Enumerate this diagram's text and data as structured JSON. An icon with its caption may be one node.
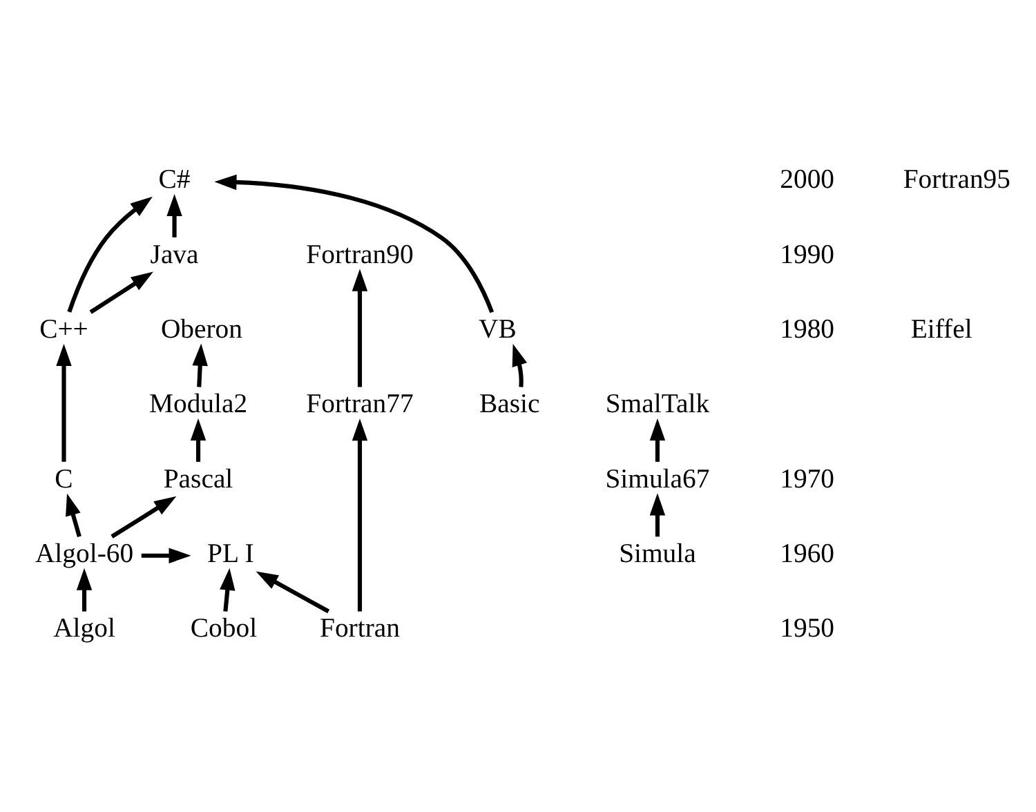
{
  "diagram": {
    "nodes": [
      {
        "text": [
          "C#"
        ]
      },
      {
        "text": [
          "Java"
        ]
      },
      {
        "text": [
          "Fortran90"
        ]
      },
      {
        "text": [
          "VB"
        ]
      },
      {
        "text": [
          "C++"
        ]
      },
      {
        "text": [
          "Oberon"
        ]
      },
      {
        "text": [
          "Modula2"
        ]
      },
      {
        "text": [
          "SmalTalk"
        ]
      },
      {
        "text": [
          "Fortran77"
        ]
      },
      {
        "text": [
          "C"
        ]
      },
      {
        "text": [
          "Pascal"
        ]
      },
      {
        "text": [
          "Simula67"
        ]
      },
      {
        "text": [
          "Basic"
        ]
      },
      {
        "text": [
          "PL I"
        ]
      },
      {
        "text": [
          "Simula"
        ]
      },
      {
        "text": [
          "Algol-60"
        ]
      },
      {
        "text": [
          "Algol"
        ]
      },
      {
        "text": [
          "Cobol"
        ]
      },
      {
        "text": [
          "Fortran"
        ]
      }
    ],
    "edges": [
      {
        "from": 3,
        "to": 0,
        "arrow": "to"
      },
      {
        "from": 4,
        "to": 0,
        "arrow": "to"
      },
      {
        "from": 1,
        "to": 0,
        "arrow": "to"
      },
      {
        "from": 4,
        "to": 1,
        "arrow": "to"
      },
      {
        "from": 6,
        "to": 5,
        "arrow": "to"
      },
      {
        "from": 10,
        "to": 6,
        "arrow": "to"
      },
      {
        "from": 11,
        "to": 7,
        "arrow": "to"
      },
      {
        "from": 9,
        "to": 4,
        "arrow": "to"
      },
      {
        "from": 15,
        "to": 9,
        "arrow": "to"
      },
      {
        "from": 15,
        "to": 10,
        "arrow": "to"
      },
      {
        "from": 15,
        "to": 13,
        "arrow": "to"
      },
      {
        "from": 14,
        "to": 11,
        "arrow": "to"
      },
      {
        "from": 12,
        "to": 3,
        "arrow": "to"
      },
      {
        "from": 8,
        "to": 2,
        "arrow": "to"
      },
      {
        "from": 18,
        "to": 8,
        "arrow": "to"
      },
      {
        "from": 16,
        "to": 15,
        "arrow": "to"
      },
      {
        "from": 17,
        "to": 13,
        "arrow": "to"
      },
      {
        "from": 18,
        "to": 13,
        "arrow": "to"
      }
    ],
    "labels": [
      "2000",
      "Fortran95",
      "1990",
      "1980",
      "Eiffel",
      "1970",
      "1960",
      "1950"
    ]
  }
}
